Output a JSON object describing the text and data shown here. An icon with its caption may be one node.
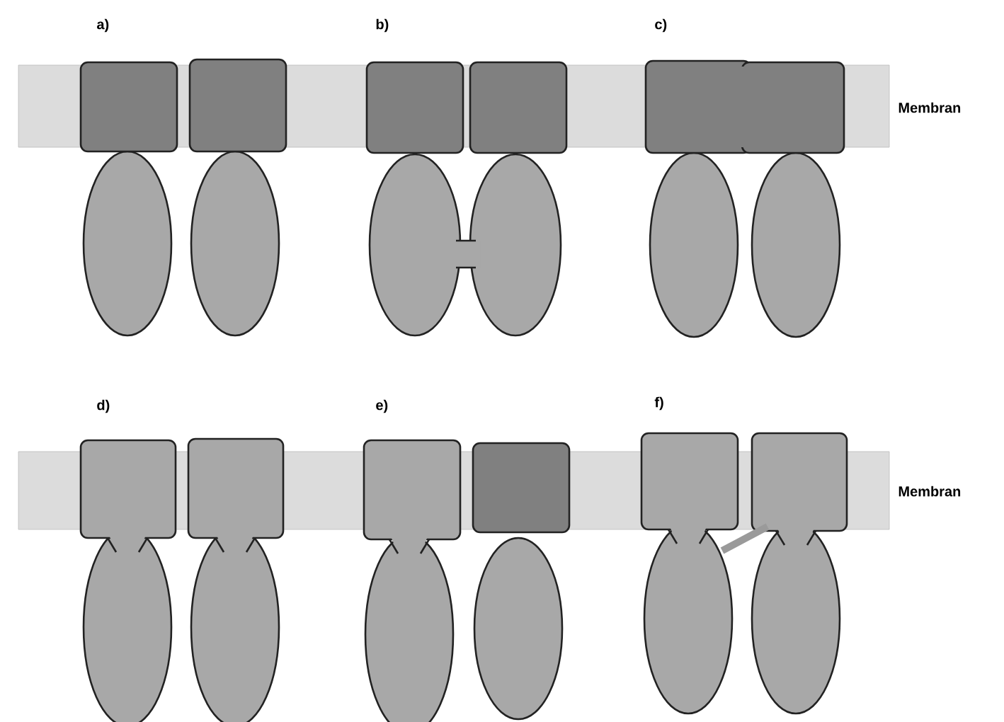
{
  "diagram": {
    "labels": [
      "a)",
      "b)",
      "c)",
      "Membran",
      "d)",
      "e)",
      "f)",
      "Membran"
    ]
  }
}
